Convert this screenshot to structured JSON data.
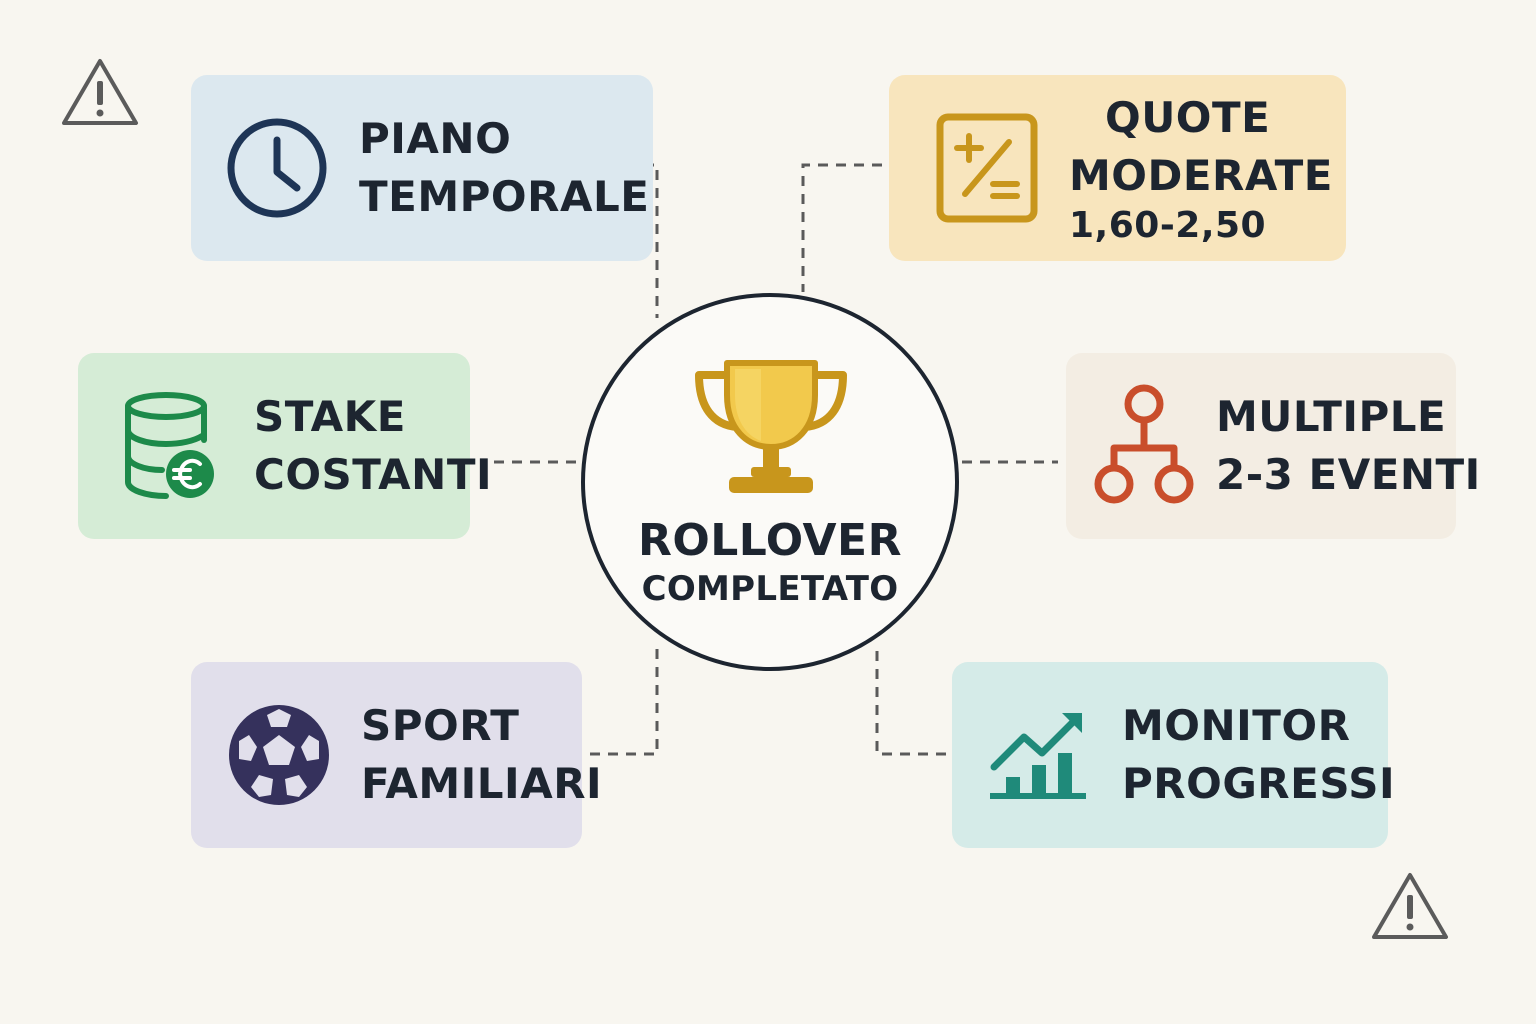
{
  "center": {
    "title": "ROLLOVER",
    "subtitle": "COMPLETATO",
    "icon": "trophy-icon"
  },
  "cards": {
    "piano": {
      "line1": "PIANO",
      "line2": "TEMPORALE",
      "icon": "clock-icon",
      "color": "#dce8ef"
    },
    "quote": {
      "line1": "QUOTE",
      "line2": "MODERATE",
      "line3": "1,60-2,50",
      "icon": "calculator-icon",
      "color": "#f8e5bd"
    },
    "stake": {
      "line1": "STAKE",
      "line2": "COSTANTI",
      "icon": "coin-stack-euro-icon",
      "color": "#d5ecd6"
    },
    "multiple": {
      "line1": "MULTIPLE",
      "line2": "2-3 EVENTI",
      "icon": "network-icon",
      "color": "#f3ede3"
    },
    "sport": {
      "line1": "SPORT",
      "line2": "FAMILIARI",
      "icon": "soccer-ball-icon",
      "color": "#e1dfeb"
    },
    "monitor": {
      "line1": "MONITOR",
      "line2": "PROGRESSI",
      "icon": "growth-chart-icon",
      "color": "#d5ebe8"
    }
  },
  "warnings": [
    "warning-icon",
    "warning-icon"
  ]
}
